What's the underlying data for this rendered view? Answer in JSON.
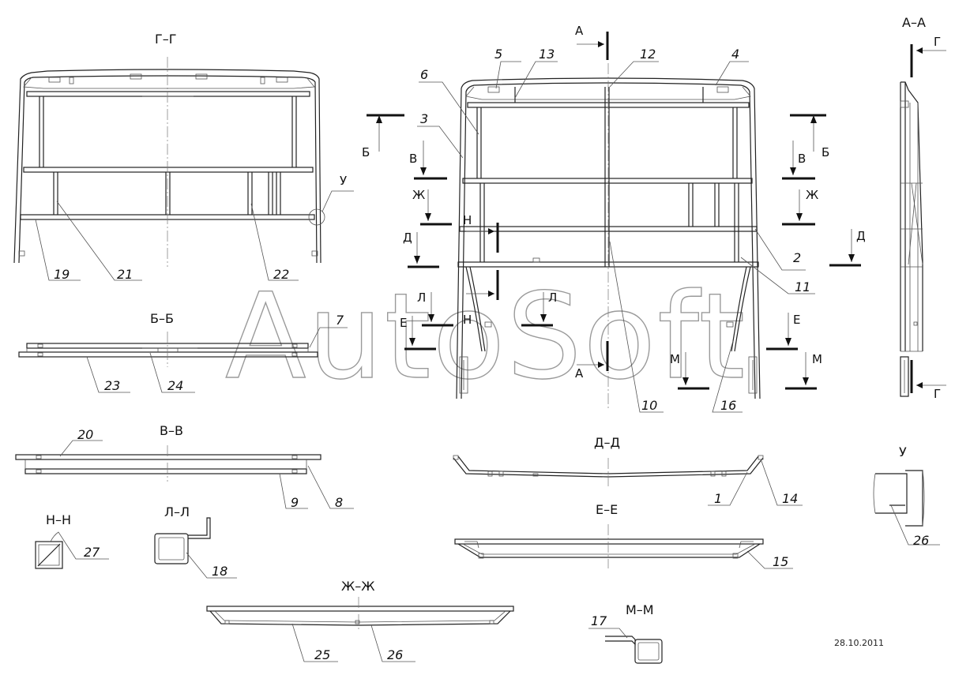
{
  "watermark": "AutoSoft",
  "date": "28.10.2011",
  "section_titles": {
    "gg": "Г–Г",
    "bb": "Б–Б",
    "vv": "В–В",
    "nn": "Н–Н",
    "ll": "Л–Л",
    "zhzh": "Ж–Ж",
    "dd": "Д–Д",
    "ee": "Е–Е",
    "mm": "М–М",
    "aa": "А–А",
    "u": "У"
  },
  "cut_markers": {
    "a": "А",
    "b": "Б",
    "v": "В",
    "zh": "Ж",
    "d": "Д",
    "n": "Н",
    "l": "Л",
    "e": "Е",
    "m": "М",
    "g": "Г",
    "u": "У"
  },
  "callouts": [
    "1",
    "2",
    "3",
    "4",
    "5",
    "6",
    "7",
    "8",
    "9",
    "10",
    "11",
    "12",
    "13",
    "14",
    "15",
    "16",
    "17",
    "18",
    "19",
    "20",
    "21",
    "22",
    "23",
    "24",
    "25",
    "26",
    "27"
  ]
}
